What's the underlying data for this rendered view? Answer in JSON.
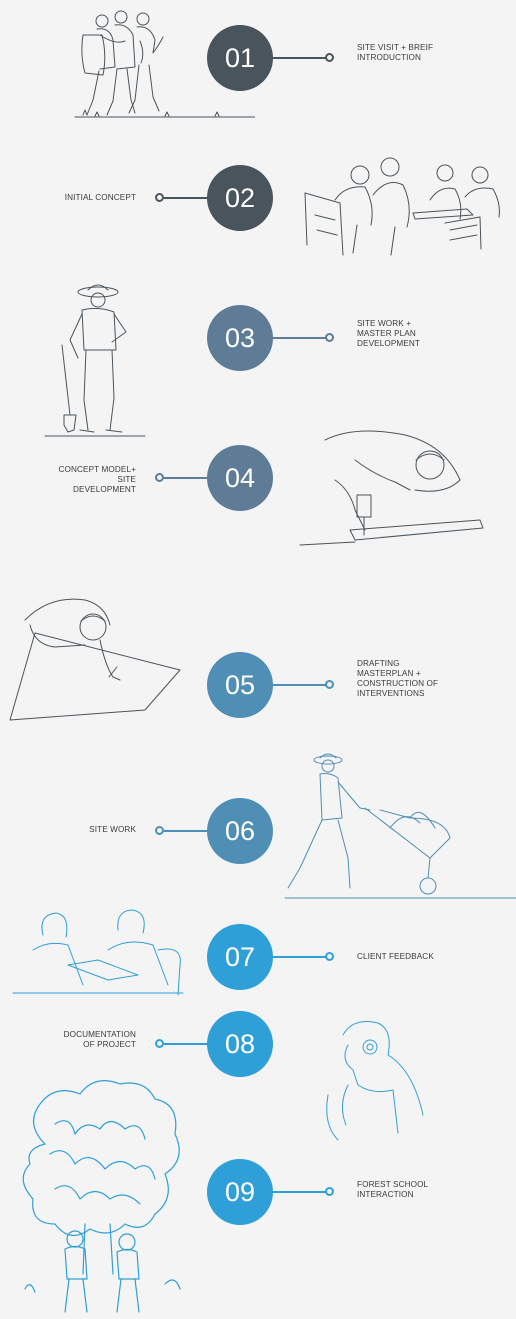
{
  "steps": [
    {
      "number": "01",
      "label": "SITE VISIT + BREIF\nINTRODUCTION",
      "color": "#4a545c",
      "illustration": "hikers-walking"
    },
    {
      "number": "02",
      "label": "INITIAL CONCEPT",
      "color": "#4a545c",
      "illustration": "group-meeting-at-table"
    },
    {
      "number": "03",
      "label": "SITE WORK +\nMASTER PLAN\nDEVELOPMENT",
      "color": "#5e7c95",
      "illustration": "gardener-with-shovel"
    },
    {
      "number": "04",
      "label": "CONCEPT MODEL+\nSITE\nDEVELOPMENT",
      "color": "#5e7c95",
      "illustration": "worker-drilling"
    },
    {
      "number": "05",
      "label": "DRAFTING\nMASTERPLAN +\nCONSTRUCTION OF\nINTERVENTIONS",
      "color": "#4f8fb5",
      "illustration": "person-drafting"
    },
    {
      "number": "06",
      "label": "SITE WORK",
      "color": "#4f8fb5",
      "illustration": "person-with-wheelbarrow"
    },
    {
      "number": "07",
      "label": "CLIENT FEEDBACK",
      "color": "#2f9fd8",
      "illustration": "two-people-reviewing"
    },
    {
      "number": "08",
      "label": "DOCUMENTATION\nOF PROJECT",
      "color": "#2f9fd8",
      "illustration": "photographer"
    },
    {
      "number": "09",
      "label": "FOREST SCHOOL\nINTERACTION",
      "color": "#2f9fd8",
      "illustration": "children-under-tree"
    }
  ]
}
